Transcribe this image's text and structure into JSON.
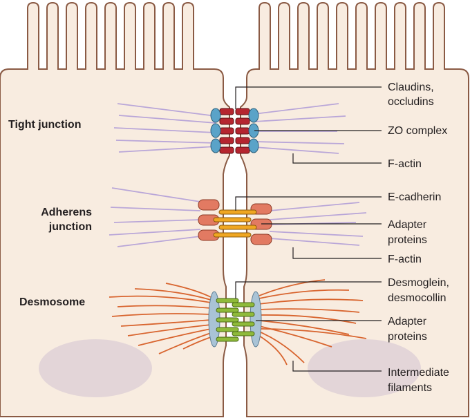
{
  "diagram": {
    "side_labels": {
      "tight_junction": "Tight junction",
      "adherens_junction": [
        "Adherens",
        "junction"
      ],
      "desmosome": "Desmosome"
    },
    "callouts": {
      "claudins": [
        "Claudins,",
        "occludins"
      ],
      "zo_complex": "ZO complex",
      "f_actin_1": "F-actin",
      "e_cadherin": "E-cadherin",
      "adapter_1": [
        "Adapter",
        "proteins"
      ],
      "f_actin_2": "F-actin",
      "desmoglein": [
        "Desmoglein,",
        "desmocollin"
      ],
      "adapter_2": [
        "Adapter",
        "proteins"
      ],
      "intermediate": [
        "Intermediate",
        "filaments"
      ]
    },
    "colors": {
      "cell_fill": "#f8ece0",
      "cell_outline": "#8a5a44",
      "claudin": "#b5252f",
      "zo": "#5aa3c8",
      "actin": "#b9a6d8",
      "adapter": "#e27a62",
      "cadherin": "#f0a722",
      "desmoglein": "#8fba3a",
      "plaque": "#a9c3d6",
      "filament": "#d8642e",
      "nucleus": "#e3d5d8"
    }
  }
}
